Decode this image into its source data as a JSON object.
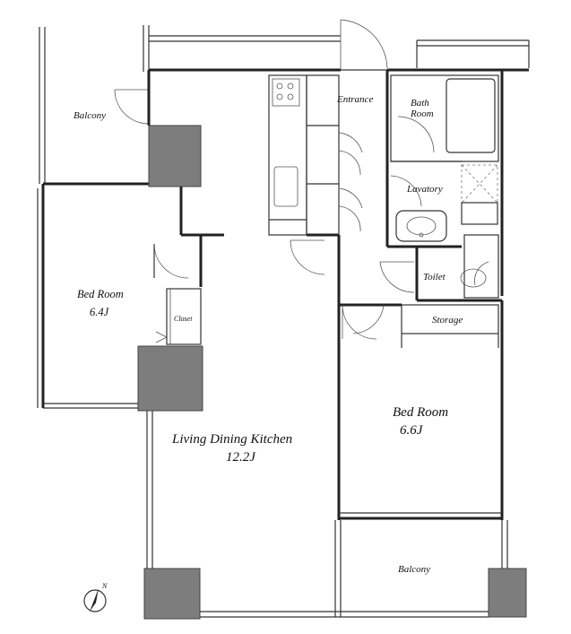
{
  "plan": {
    "rooms": {
      "balcony_top": "Balcony",
      "entrance": "Entrance",
      "bathroom_line1": "Bath",
      "bathroom_line2": "Room",
      "lavatory": "Lavatory",
      "toilet": "Toilet",
      "storage": "Storage",
      "bedroom_left": "Bed Room",
      "bedroom_left_size": "6.4J",
      "closet": "Closet",
      "ldk": "Living Dining Kitchen",
      "ldk_size": "12.2J",
      "bedroom_right": "Bed Room",
      "bedroom_right_size": "6.6J",
      "balcony_bottom": "Balcony"
    },
    "compass": {
      "label": "N"
    }
  }
}
